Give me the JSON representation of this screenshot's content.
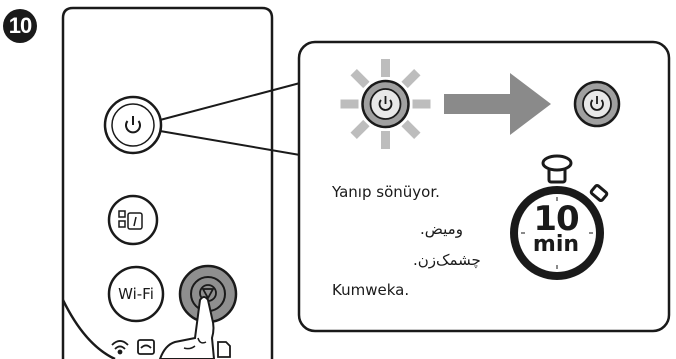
{
  "step": {
    "number": "10"
  },
  "callout": {
    "labels": {
      "turkish": "Yanıp sönüyor.",
      "arabic": "وميض.",
      "persian": "چشمک‌زن.",
      "swahili": "Kumweka."
    },
    "timer": {
      "value": "10",
      "unit": "min"
    }
  },
  "panel": {
    "wifi_label": "Wi-Fi"
  },
  "colors": {
    "outline": "#1a1a1a",
    "arrow": "#8a8a8a",
    "power_button_fill": "#a0a0a0",
    "blink_rays": "#bdbdbd",
    "stop_button_fill": "#8f8f8f",
    "highlight_ring": "#e8e8e8"
  },
  "icons": [
    "power-icon",
    "stop-icon",
    "network-status-icon",
    "wifi-icon",
    "wifi-direct-icon",
    "paper-icon",
    "hand-icon",
    "stopwatch-icon"
  ]
}
